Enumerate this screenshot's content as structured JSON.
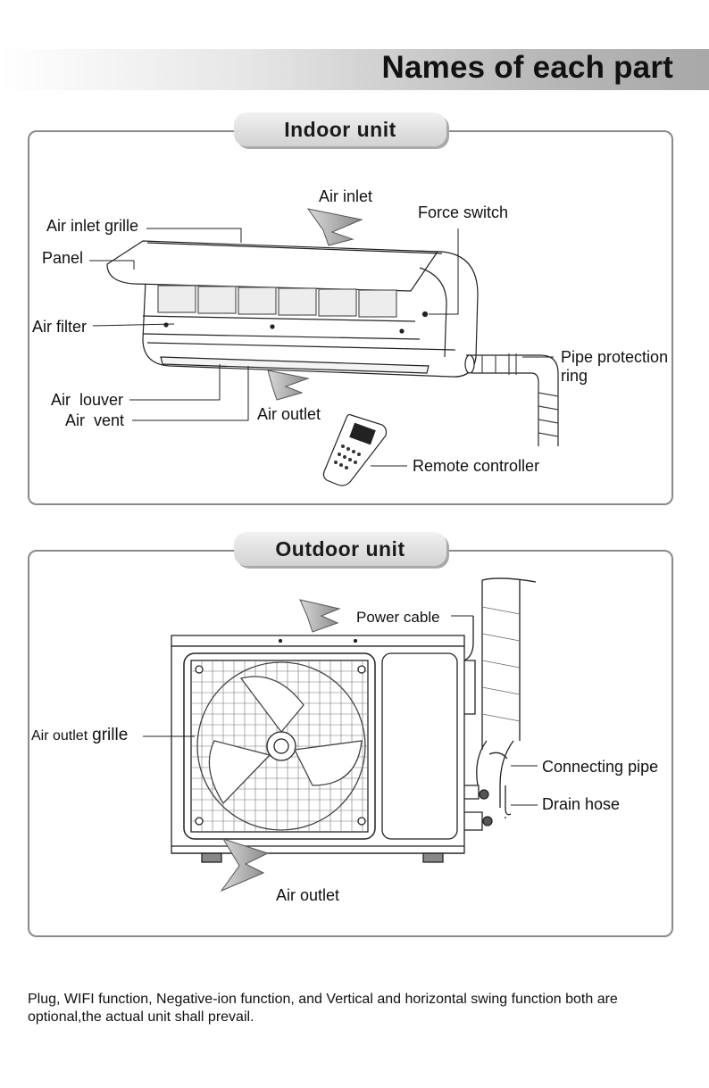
{
  "header": {
    "title": "Names of each part"
  },
  "indoor": {
    "tab_label": "Indoor unit",
    "labels": {
      "air_inlet": "Air inlet",
      "force_switch": "Force switch",
      "air_inlet_grille": "Air inlet grille",
      "panel": "Panel",
      "air_filter": "Air filter",
      "pipe_protection_ring_1": "Pipe protection",
      "pipe_protection_ring_2": "ring",
      "air_louver": "Air  louver",
      "air_vent": "Air  vent",
      "air_outlet": "Air outlet",
      "remote_controller": "Remote controller"
    }
  },
  "outdoor": {
    "tab_label": "Outdoor unit",
    "labels": {
      "power_cable": "Power cable",
      "air_outlet_grille_a": "Air outlet",
      "air_outlet_grille_b": "grille",
      "connecting_pipe": "Connecting pipe",
      "drain_hose": "Drain hose",
      "air_outlet": "Air outlet"
    }
  },
  "footnote": "Plug, WIFI function, Negative-ion function, and Vertical and horizontal swing function both are optional,the actual unit shall prevail."
}
